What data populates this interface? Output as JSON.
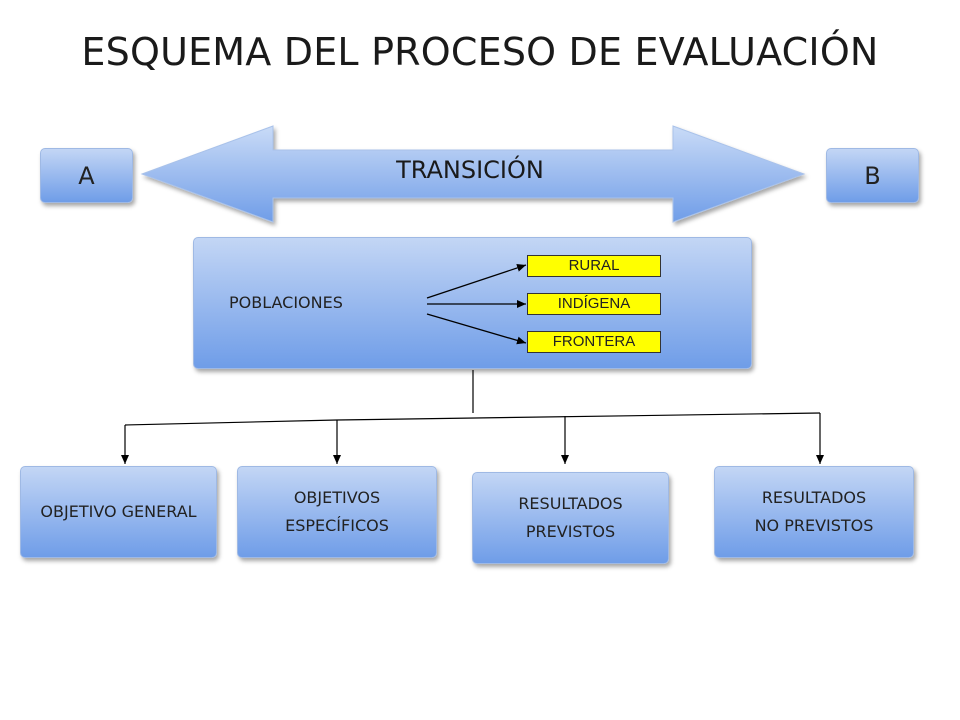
{
  "title": "ESQUEMA DEL PROCESO DE EVALUACIÓN",
  "transition": {
    "left_label": "A",
    "arrow_label": "TRANSICIÓN",
    "right_label": "B"
  },
  "populations": {
    "label": "POBLACIONES",
    "items": [
      "RURAL",
      "INDÍGENA",
      "FRONTERA"
    ]
  },
  "nodes": [
    {
      "lines": [
        "OBJETIVO GENERAL"
      ]
    },
    {
      "lines": [
        "OBJETIVOS",
        "ESPECÍFICOS"
      ]
    },
    {
      "lines": [
        "RESULTADOS",
        "PREVISTOS"
      ]
    },
    {
      "lines": [
        "RESULTADOS",
        "NO PREVISTOS"
      ]
    }
  ],
  "colors": {
    "box_gradient_top": "#c3d6f5",
    "box_gradient_bottom": "#6f9de8",
    "tag_fill": "#ffff00"
  }
}
